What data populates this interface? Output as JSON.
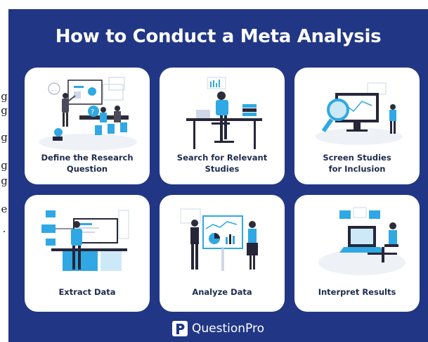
{
  "title": "How to Conduct a Meta Analysis",
  "steps": [
    {
      "label": "Define the Research\nQuestion",
      "icon": "presentation-meeting-icon"
    },
    {
      "label": "Search for Relevant\nStudies",
      "icon": "desk-laptop-search-icon"
    },
    {
      "label": "Screen Studies\nfor Inclusion",
      "icon": "magnifier-monitor-icon"
    },
    {
      "label": "Extract Data",
      "icon": "data-extraction-workstation-icon"
    },
    {
      "label": "Analyze Data",
      "icon": "chart-board-analysis-icon"
    },
    {
      "label": "Interpret Results",
      "icon": "laptop-results-icon"
    }
  ],
  "footer": {
    "brand": "QuestionPro"
  },
  "colors": {
    "background": "#213785",
    "card": "#ffffff",
    "accent": "#2fa8e4",
    "dark": "#26263a"
  },
  "margin_fragments": [
    "g",
    "g",
    "g",
    "g",
    "g",
    "e",
    "."
  ]
}
